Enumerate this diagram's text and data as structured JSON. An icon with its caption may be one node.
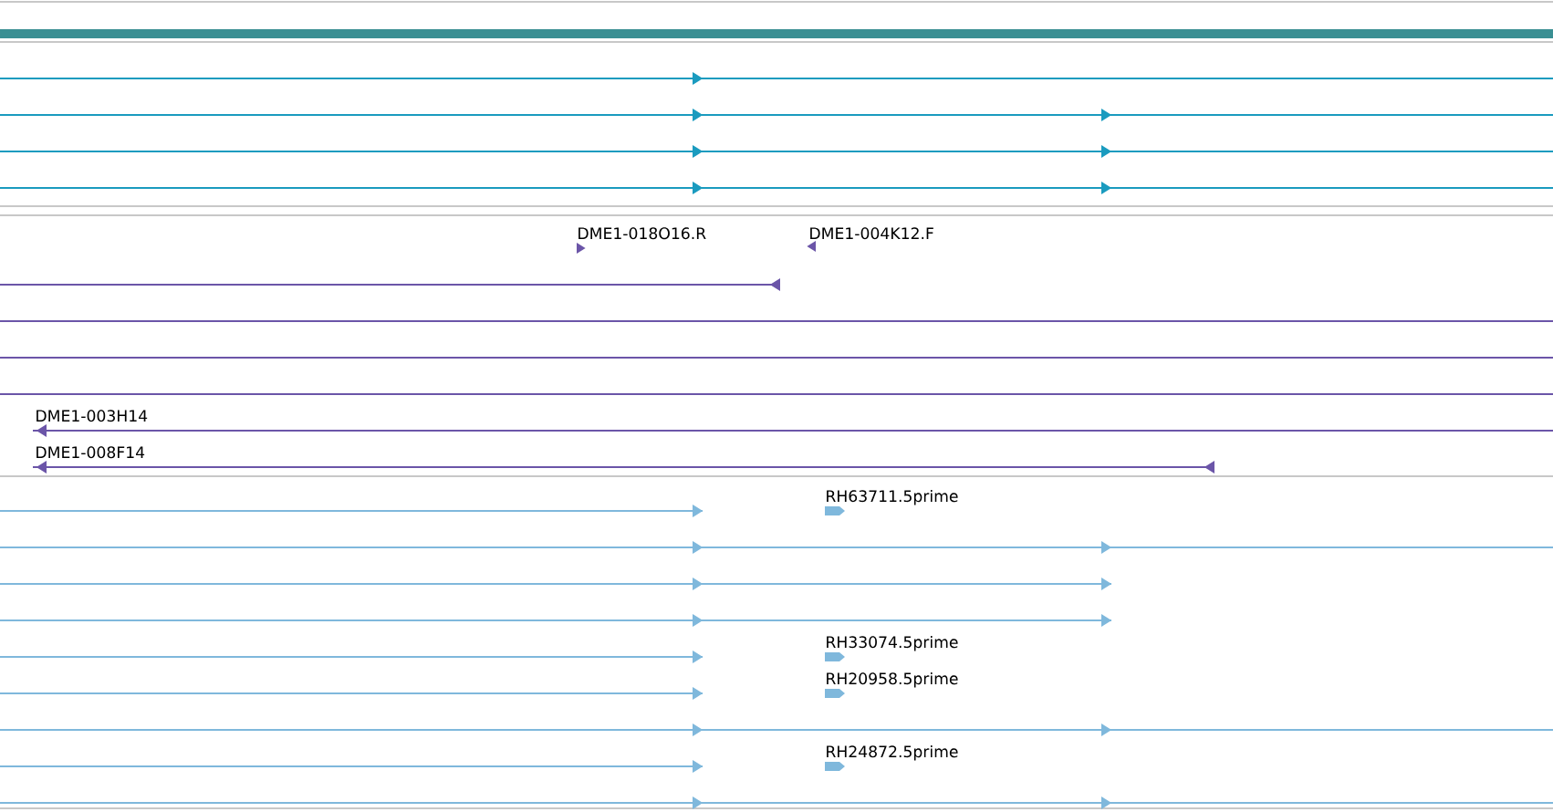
{
  "diagram": {
    "labels": [
      "DME1-018O16.R",
      "DME1-004K12.F",
      "DME1-003H14",
      "DME1-008F14",
      "RH63711.5prime",
      "RH33074.5prime",
      "RH20958.5prime",
      "RH24872.5prime"
    ]
  }
}
